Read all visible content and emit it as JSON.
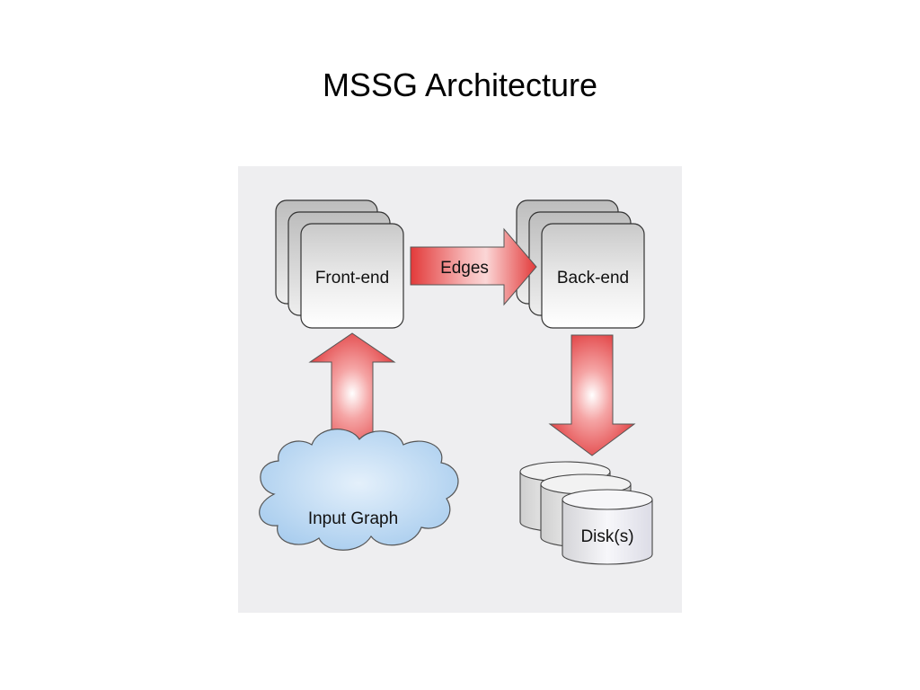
{
  "slide": {
    "title": "MSSG Architecture"
  },
  "diagram": {
    "nodes": {
      "front_end": "Front-end",
      "back_end": "Back-end",
      "input_graph": "Input Graph",
      "disks": "Disk(s)"
    },
    "edges": {
      "front_to_back": "Edges"
    },
    "colors": {
      "panel_background": "#eeeef0",
      "arrow_red": "#e03a3a",
      "box_gray": "#d8d8d8",
      "cloud_blue": "#bcd8f0"
    }
  }
}
